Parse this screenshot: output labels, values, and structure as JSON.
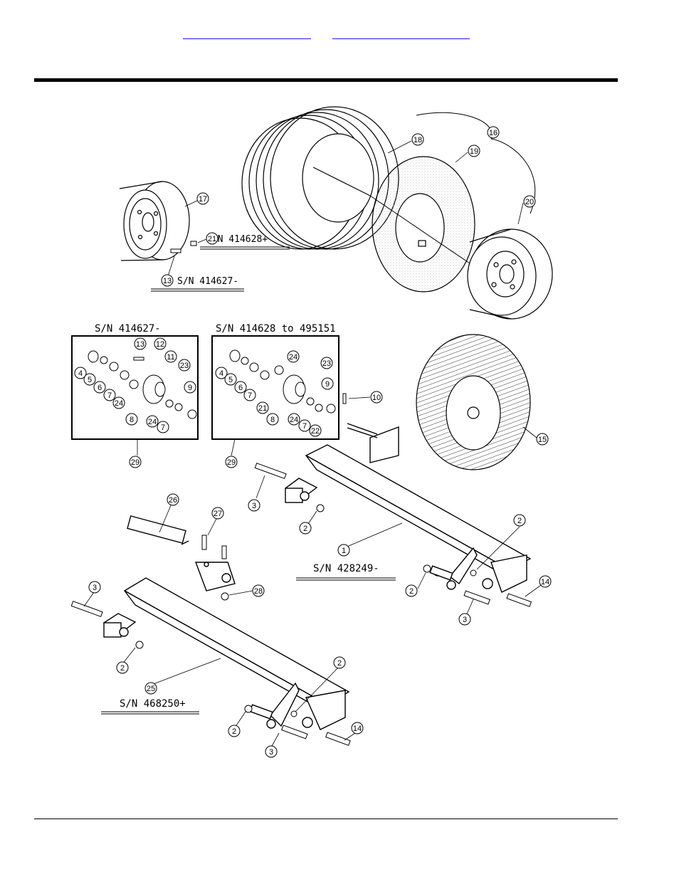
{
  "nav": {
    "link_previous": "",
    "link_next": ""
  },
  "labels": {
    "sn_21": "S/N 414628+",
    "sn_13": "S/N 414627-",
    "box_left_title": "S/N 414627-",
    "box_right_title": "S/N 414628 to 495151",
    "axle_top": "S/N 428249-",
    "axle_bottom": "S/N 468250+"
  },
  "callouts": [
    "1",
    "2",
    "3",
    "4",
    "5",
    "6",
    "7",
    "8",
    "9",
    "10",
    "11",
    "12",
    "13",
    "14",
    "15",
    "16",
    "17",
    "18",
    "19",
    "20",
    "21",
    "22",
    "23",
    "24",
    "25",
    "26",
    "27",
    "28",
    "29"
  ]
}
